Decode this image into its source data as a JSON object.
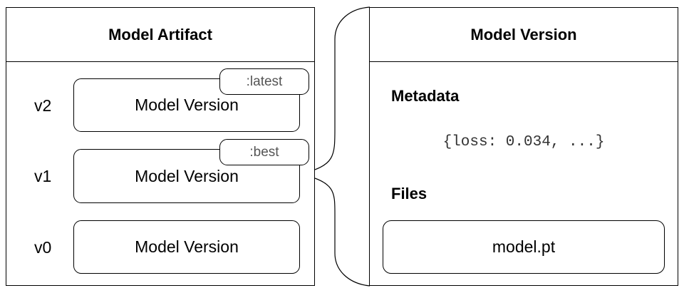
{
  "artifact": {
    "title": "Model Artifact",
    "versions": [
      {
        "label": "v2",
        "box_text": "Model Version",
        "alias": ":latest"
      },
      {
        "label": "v1",
        "box_text": "Model Version",
        "alias": ":best"
      },
      {
        "label": "v0",
        "box_text": "Model Version",
        "alias": ""
      }
    ]
  },
  "detail": {
    "title": "Model Version",
    "metadata_heading": "Metadata",
    "metadata_value": "{loss: 0.034, ...}",
    "files_heading": "Files",
    "file_name": "model.pt"
  }
}
